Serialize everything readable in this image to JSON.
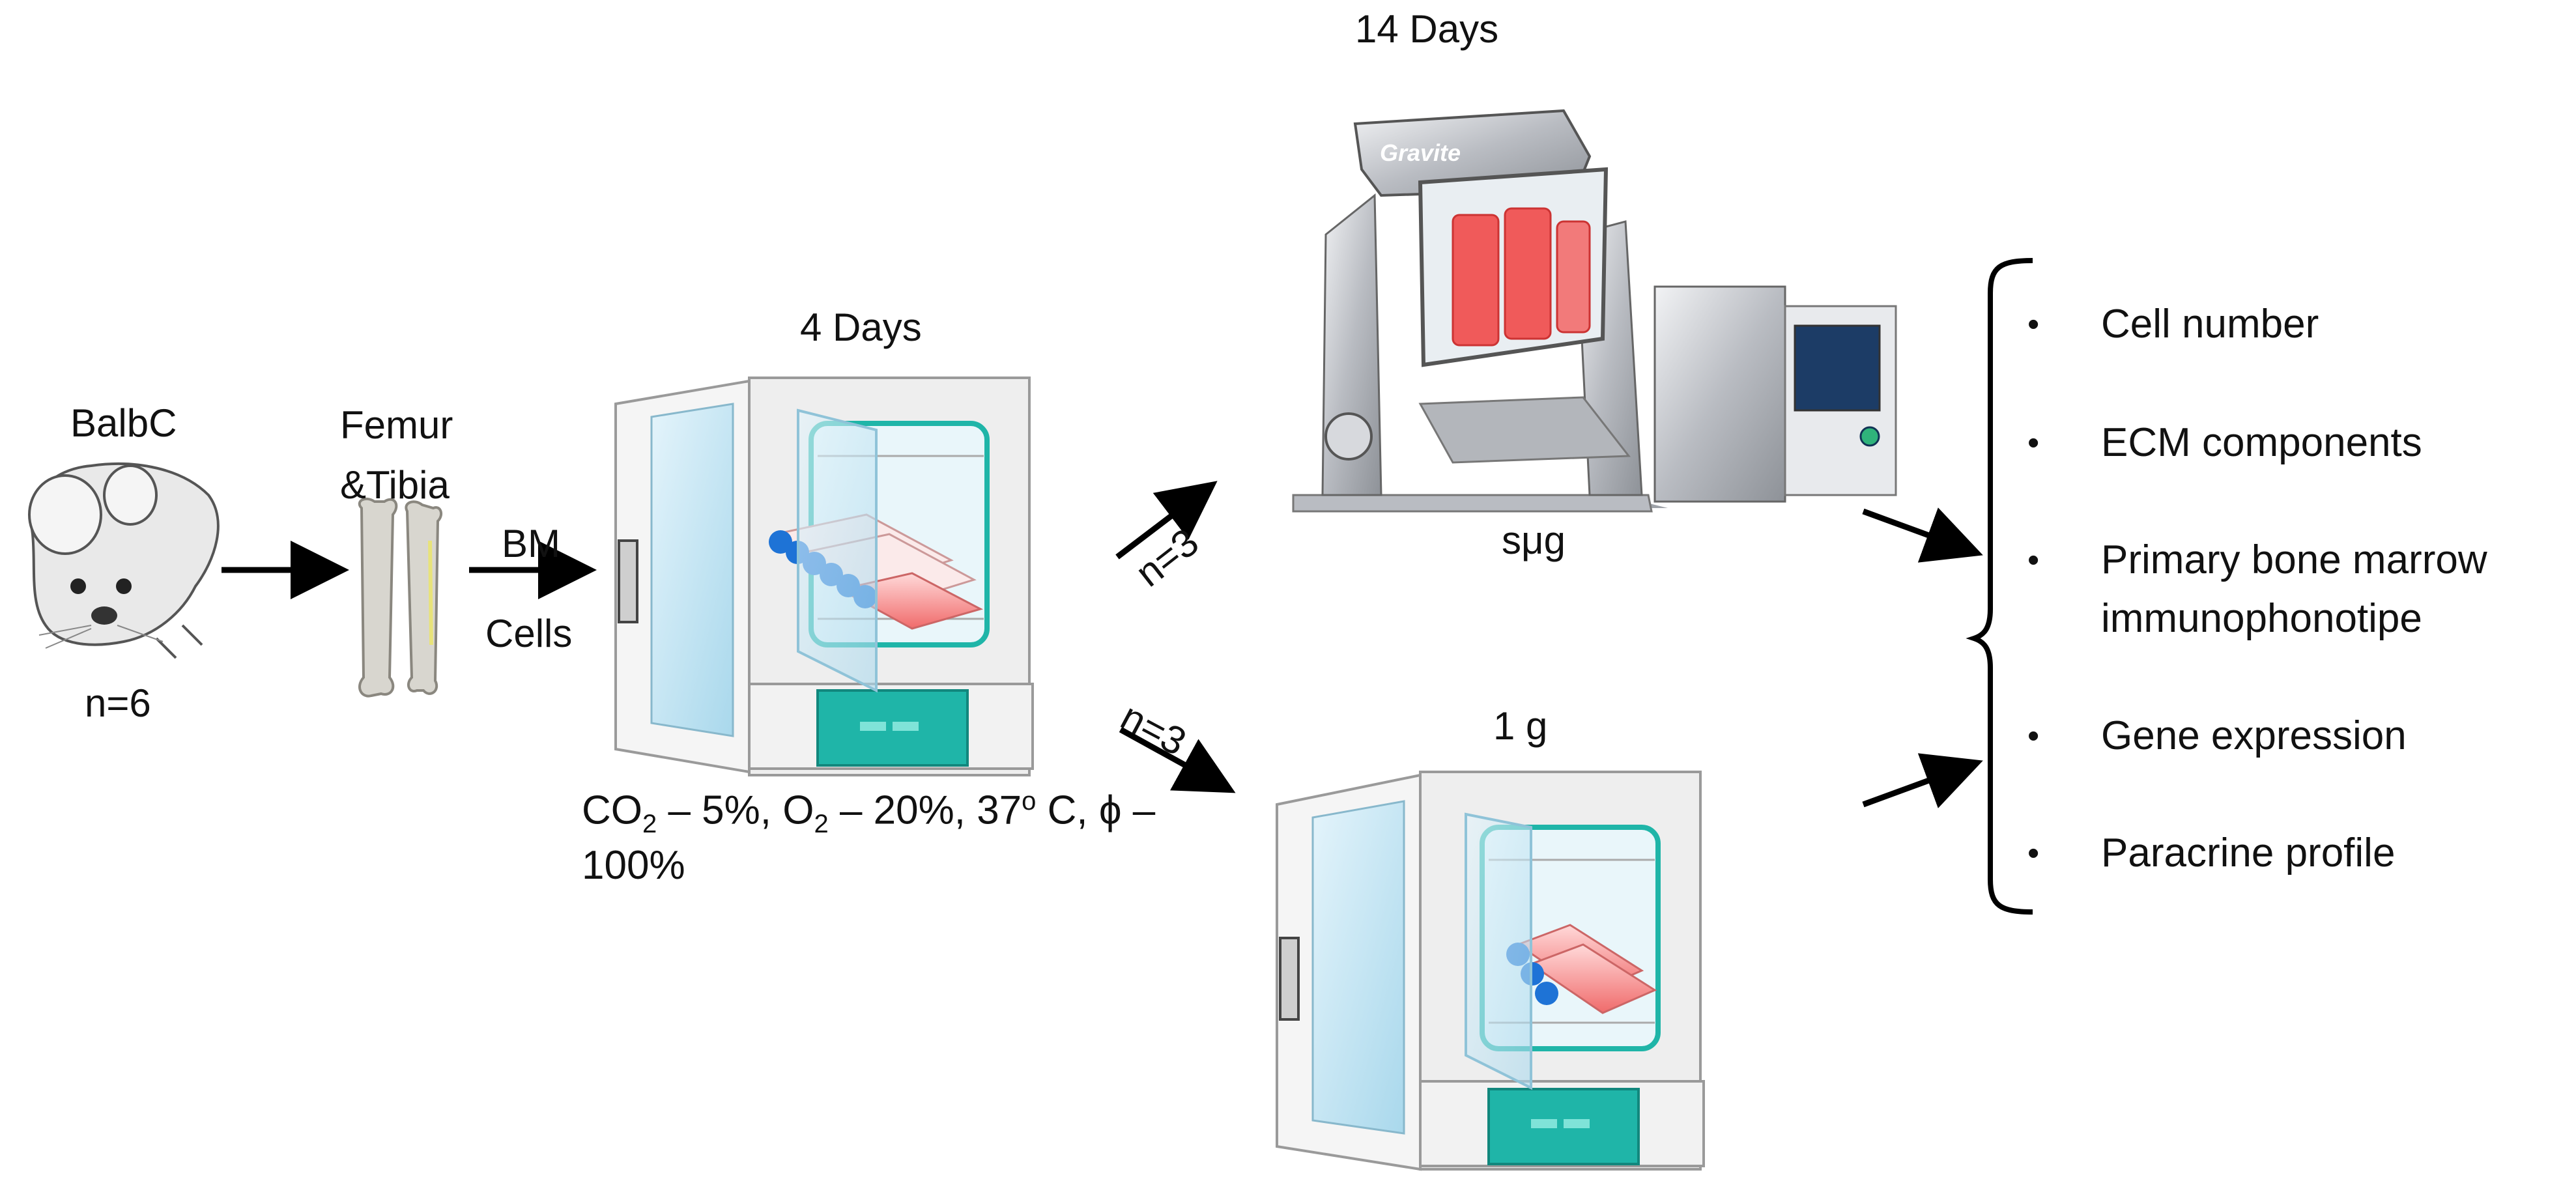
{
  "labels": {
    "mouse": "BalbC",
    "mouse_n": "n=6",
    "bones_line1": "Femur",
    "bones_line2": "&Tibia",
    "cells_line1": "BM",
    "cells_line2": "Cells",
    "incubator_days": "4 Days",
    "conditions_co2": "CO",
    "conditions_co2_sub": "2",
    "conditions_o2_pre": " – 5%, O",
    "conditions_o2_sub": "2",
    "conditions_rest": " – 20%, 37",
    "conditions_deg": "o",
    "conditions_tail": " C, ϕ –",
    "conditions_line2": "100%",
    "upper_n": "n=3",
    "lower_n": "n=3",
    "smg_days": "14 Days",
    "smg_label": "sμg",
    "device_brand": "Gravite",
    "oneg_label": "1 g"
  },
  "outcomes": [
    {
      "line1": "Cell number",
      "line2": ""
    },
    {
      "line1": "ECM components",
      "line2": ""
    },
    {
      "line1": "Primary bone marrow",
      "line2": "immunophonotipe"
    },
    {
      "line1": "Gene expression",
      "line2": ""
    },
    {
      "line1": "Paracrine profile",
      "line2": ""
    }
  ],
  "bullet_symbol": "•",
  "colors": {
    "arrow": "#000000",
    "incubator_body": "#e6e6e6",
    "incubator_panel": "#1fb5a8",
    "flask_cap": "#1e73d6",
    "flask_medium": "#f05a5a",
    "door_glass": "#bfe3f2",
    "device_metal": "#c4c7cc"
  }
}
